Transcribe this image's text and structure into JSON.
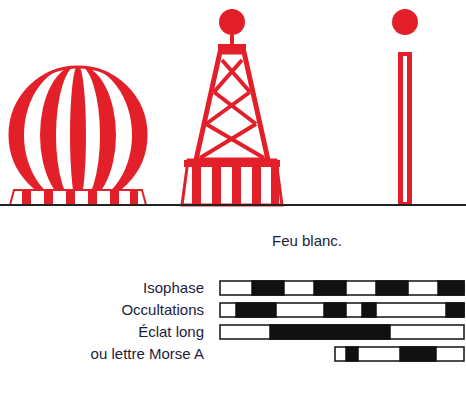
{
  "diagram": {
    "labels": [
      "Feu blanc.",
      "Isophase",
      "Occultations",
      "Éclat long",
      "ou lettre Morse A"
    ]
  }
}
